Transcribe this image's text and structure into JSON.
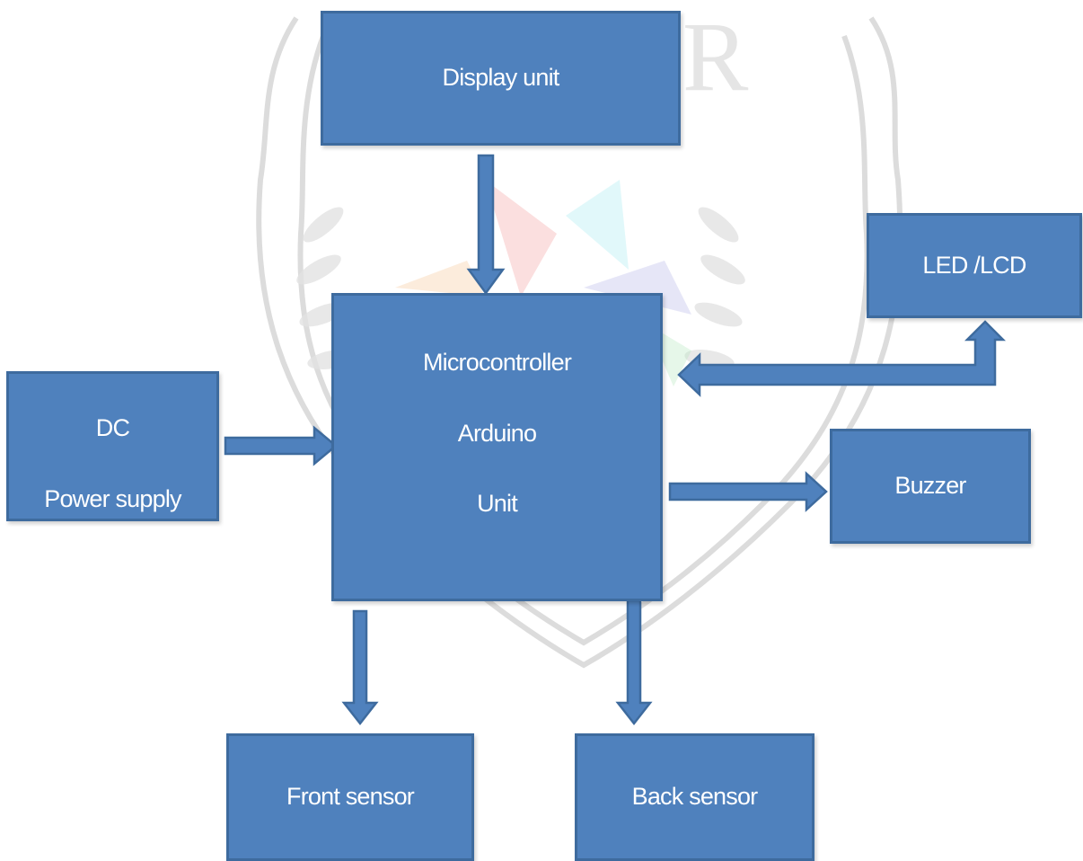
{
  "blocks": {
    "display_unit": "Display unit",
    "microcontroller": [
      "Microcontroller",
      "Arduino",
      "Unit"
    ],
    "led_lcd": "LED /LCD",
    "dc_power_supply": [
      "DC",
      "Power supply"
    ],
    "buzzer": "Buzzer",
    "front_sensor": "Front sensor",
    "back_sensor": "Back sensor"
  },
  "colors": {
    "block_fill": "#4f81bd",
    "block_border": "#3e6b9e",
    "text": "#ffffff"
  },
  "connections": [
    {
      "from": "display_unit",
      "to": "microcontroller"
    },
    {
      "from": "dc_power_supply",
      "to": "microcontroller"
    },
    {
      "from": "microcontroller",
      "to": "led_lcd",
      "bidirectional": true
    },
    {
      "from": "microcontroller",
      "to": "buzzer"
    },
    {
      "from": "microcontroller",
      "to": "front_sensor"
    },
    {
      "from": "microcontroller",
      "to": "back_sensor"
    }
  ]
}
